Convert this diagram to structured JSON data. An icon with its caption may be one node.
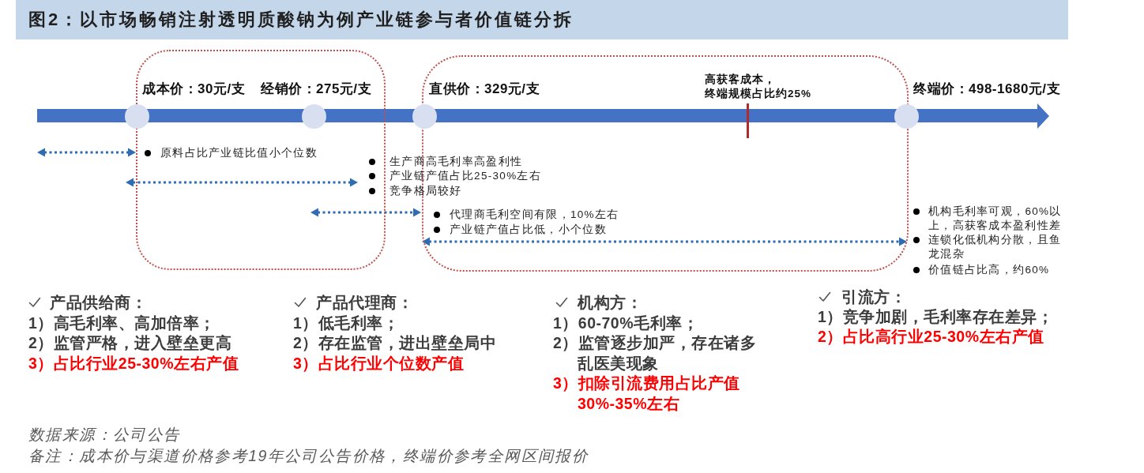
{
  "diagram": {
    "title": "图2：以市场畅销注射透明质酸钠为例产业链参与者价值链分拆",
    "nodes": [
      {
        "text": [],
        "shape": "box"
      },
      {
        "text": [],
        "shape": "box"
      },
      {
        "text": [],
        "shape": "circle",
        "beside": [
          "成本价：30元/支"
        ]
      },
      {
        "text": [],
        "shape": "circle",
        "beside": [
          "经销价：275元/支"
        ],
        "in": 0
      },
      {
        "text": [],
        "shape": "circle",
        "beside": [
          "直供价：329元/支"
        ]
      },
      {
        "text": [],
        "shape": "bar",
        "beside": [
          "高获客成本，终端规模占比约25%"
        ],
        "in": 1
      },
      {
        "text": [],
        "shape": "circle",
        "beside": [
          "终端价：498-1680元/支"
        ]
      }
    ],
    "labels": [
      "原料占比产业链比值小个位数",
      "生产商高毛利率高盈利性",
      "产业链产值占比25-30%左右",
      "竞争格局较好",
      "代理商毛利空间有限，10%左右",
      "产业链产值占比低，小个位数",
      "机构毛利率可观，60%以上，高获客成本盈利性差",
      "连锁化低机构分散，且鱼龙混杂",
      "价值链占比高，约60%",
      "产品供给商：",
      "1）高毛利率、高加倍率；",
      "2）监管严格，进入壁垒更高",
      "3）占比行业25-30%左右产值",
      "产品代理商：",
      "1）低毛利率；",
      "2）存在监管，进出壁垒局中",
      "3）占比行业个位数产值",
      "机构方：",
      "1）60-70%毛利率；",
      "2）监管逐步加严，存在诸多乱医美现象",
      "3）扣除引流费用占比产值30%-35%左右",
      "引流方：",
      "1）竞争加剧，毛利率存在差异；",
      "2）占比高行业25-30%左右产值",
      "数据来源：公司公告",
      "备注：成本价与渠道价格参考19年公司公告价格，终端价参考全网区间报价"
    ]
  }
}
